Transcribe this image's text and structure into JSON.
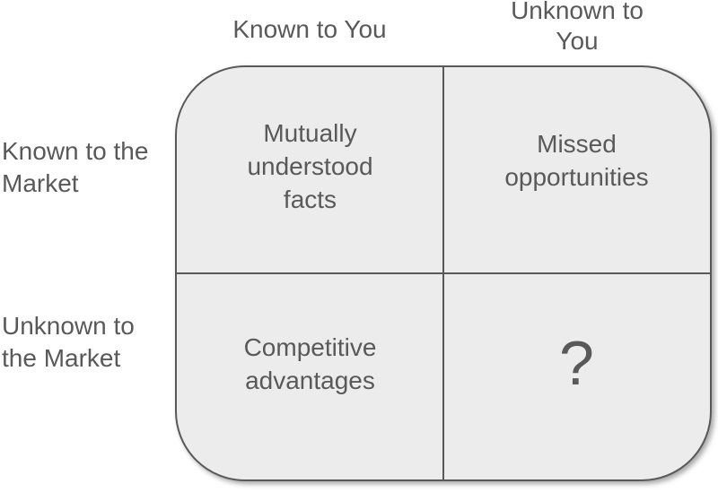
{
  "matrix": {
    "title_hint": "2x2 knowledge matrix",
    "column_headers": [
      {
        "label": "Known to You"
      },
      {
        "label": "Unknown to\nYou"
      }
    ],
    "row_headers": [
      {
        "label": "Known to the\nMarket"
      },
      {
        "label": "Unknown to\nthe Market"
      }
    ],
    "quadrants": [
      {
        "row": "Known to the Market",
        "column": "Known to You",
        "label": "Mutually\nunderstood\nfacts"
      },
      {
        "row": "Known to the Market",
        "column": "Unknown to You",
        "label": "Missed\nopportunities"
      },
      {
        "row": "Unknown to the Market",
        "column": "Known to You",
        "label": "Competitive\nadvantages"
      },
      {
        "row": "Unknown to the Market",
        "column": "Unknown to You",
        "label": "?"
      }
    ],
    "colors": {
      "fill": "#ececec",
      "border": "#595959",
      "text": "#595959",
      "background": "#ffffff"
    }
  }
}
